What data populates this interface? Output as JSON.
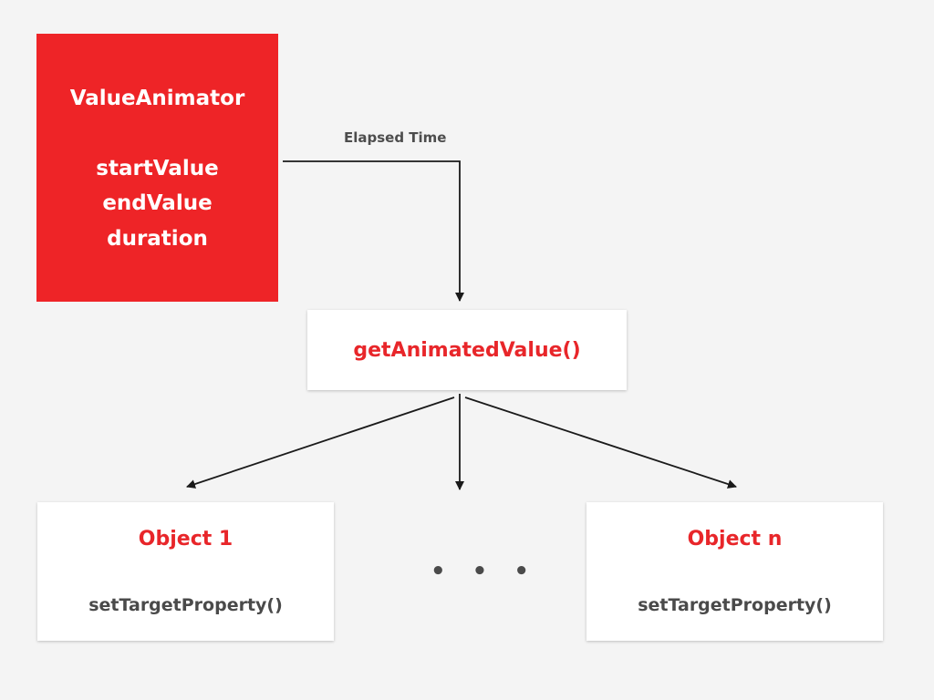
{
  "animator": {
    "title": "ValueAnimator",
    "properties": [
      "startValue",
      "endValue",
      "duration"
    ]
  },
  "elapsed_label": "Elapsed Time",
  "getter": {
    "label": "getAnimatedValue()"
  },
  "objects": [
    {
      "title": "Object 1",
      "method": "setTargetProperty()"
    },
    {
      "title": "Object n",
      "method": "setTargetProperty()"
    }
  ],
  "ellipsis": "• • •",
  "colors": {
    "background": "#f4f4f4",
    "accent_red": "#ee2427",
    "text_red": "#e8262a",
    "text_gray": "#4a4a4a",
    "line": "#1a1a1a"
  }
}
